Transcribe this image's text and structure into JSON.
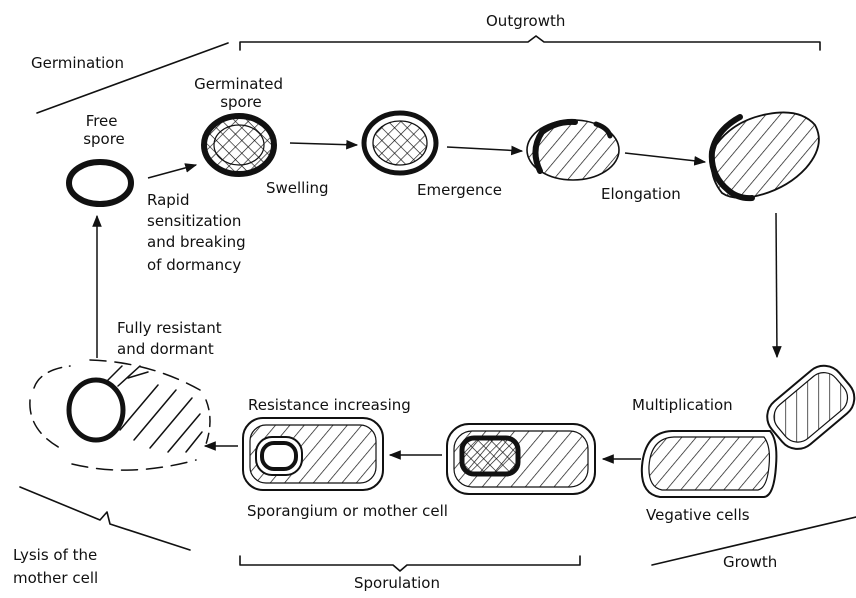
{
  "phases": {
    "germination": "Germination",
    "outgrowth": "Outgrowth",
    "growth": "Growth",
    "sporulation": "Sporulation"
  },
  "stages": {
    "free_spore": [
      "Free",
      "spore"
    ],
    "germinated_spore": [
      "Germinated",
      "spore"
    ],
    "swelling": "Swelling",
    "emergence": "Emergence",
    "elongation": "Elongation",
    "multiplication": "Multiplication",
    "vegetative_cells": "Vegative cells",
    "resistance_increasing": "Resistance increasing",
    "sporangium": "Sporangium or mother cell",
    "fully_resistant": [
      "Fully resistant",
      "and dormant"
    ],
    "rapid_sensitization": [
      "Rapid",
      "sensitization",
      "and breaking",
      "of dormancy"
    ],
    "lysis": [
      "Lysis of the",
      "mother cell"
    ]
  }
}
